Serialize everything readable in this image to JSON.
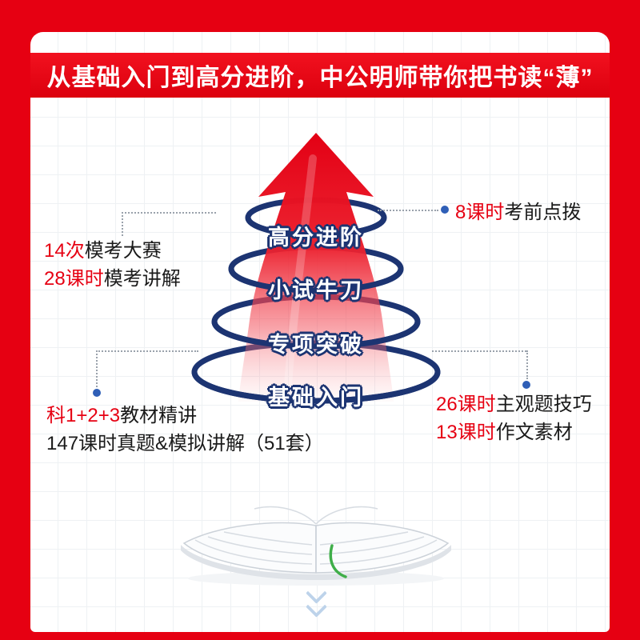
{
  "header": {
    "title": "从基础入门到高分进阶，中公明师带你把书读“薄”"
  },
  "funnel": {
    "levels": [
      {
        "label": "高分进阶"
      },
      {
        "label": "小试牛刀"
      },
      {
        "label": "专项突破"
      },
      {
        "label": "基础入门"
      }
    ]
  },
  "callouts": {
    "top_right": {
      "highlight": "8课时",
      "rest": "考前点拨"
    },
    "mid_left": {
      "line1": {
        "highlight": "14次",
        "rest": "模考大赛"
      },
      "line2": {
        "highlight": "28课时",
        "rest": "模考讲解"
      }
    },
    "bottom_left": {
      "line1": {
        "highlight": "科1+2+3",
        "rest": "教材精讲"
      },
      "line2": {
        "highlight": "",
        "rest": "147课时真题&模拟讲解（51套）"
      }
    },
    "bottom_right": {
      "line1": {
        "highlight": "26课时",
        "rest": "主观题技巧"
      },
      "line2": {
        "highlight": "13课时",
        "rest": "作文素材"
      }
    }
  },
  "colors": {
    "brand_red": "#e60012",
    "navy_ring": "#1c3472",
    "callout_dot_blue": "#2f5fb7",
    "chevron_blue": "#bdd3ea"
  }
}
